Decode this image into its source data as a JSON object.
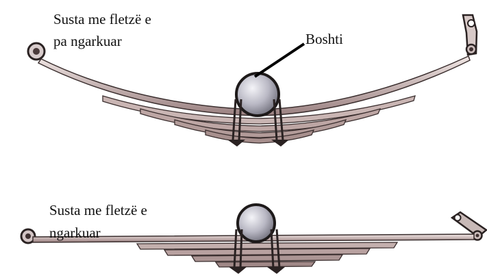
{
  "diagram": {
    "unloaded_spring": {
      "label_line_1": "Susta me fletzë e",
      "label_line_2": "pa ngarkuar"
    },
    "axle": {
      "label": "Boshti"
    },
    "loaded_spring": {
      "label_line_1": "Susta me fletzë e",
      "label_line_2": "ngarkuar"
    }
  },
  "colors": {
    "background": "#ffffff",
    "leaf_light": "#e7dad8",
    "leaf_dark": "#8a6f70",
    "leaf_shadow": "#5b4949",
    "axle_fill": "#b9b8c4",
    "outline": "#1e1a1a",
    "text": "#111111"
  }
}
